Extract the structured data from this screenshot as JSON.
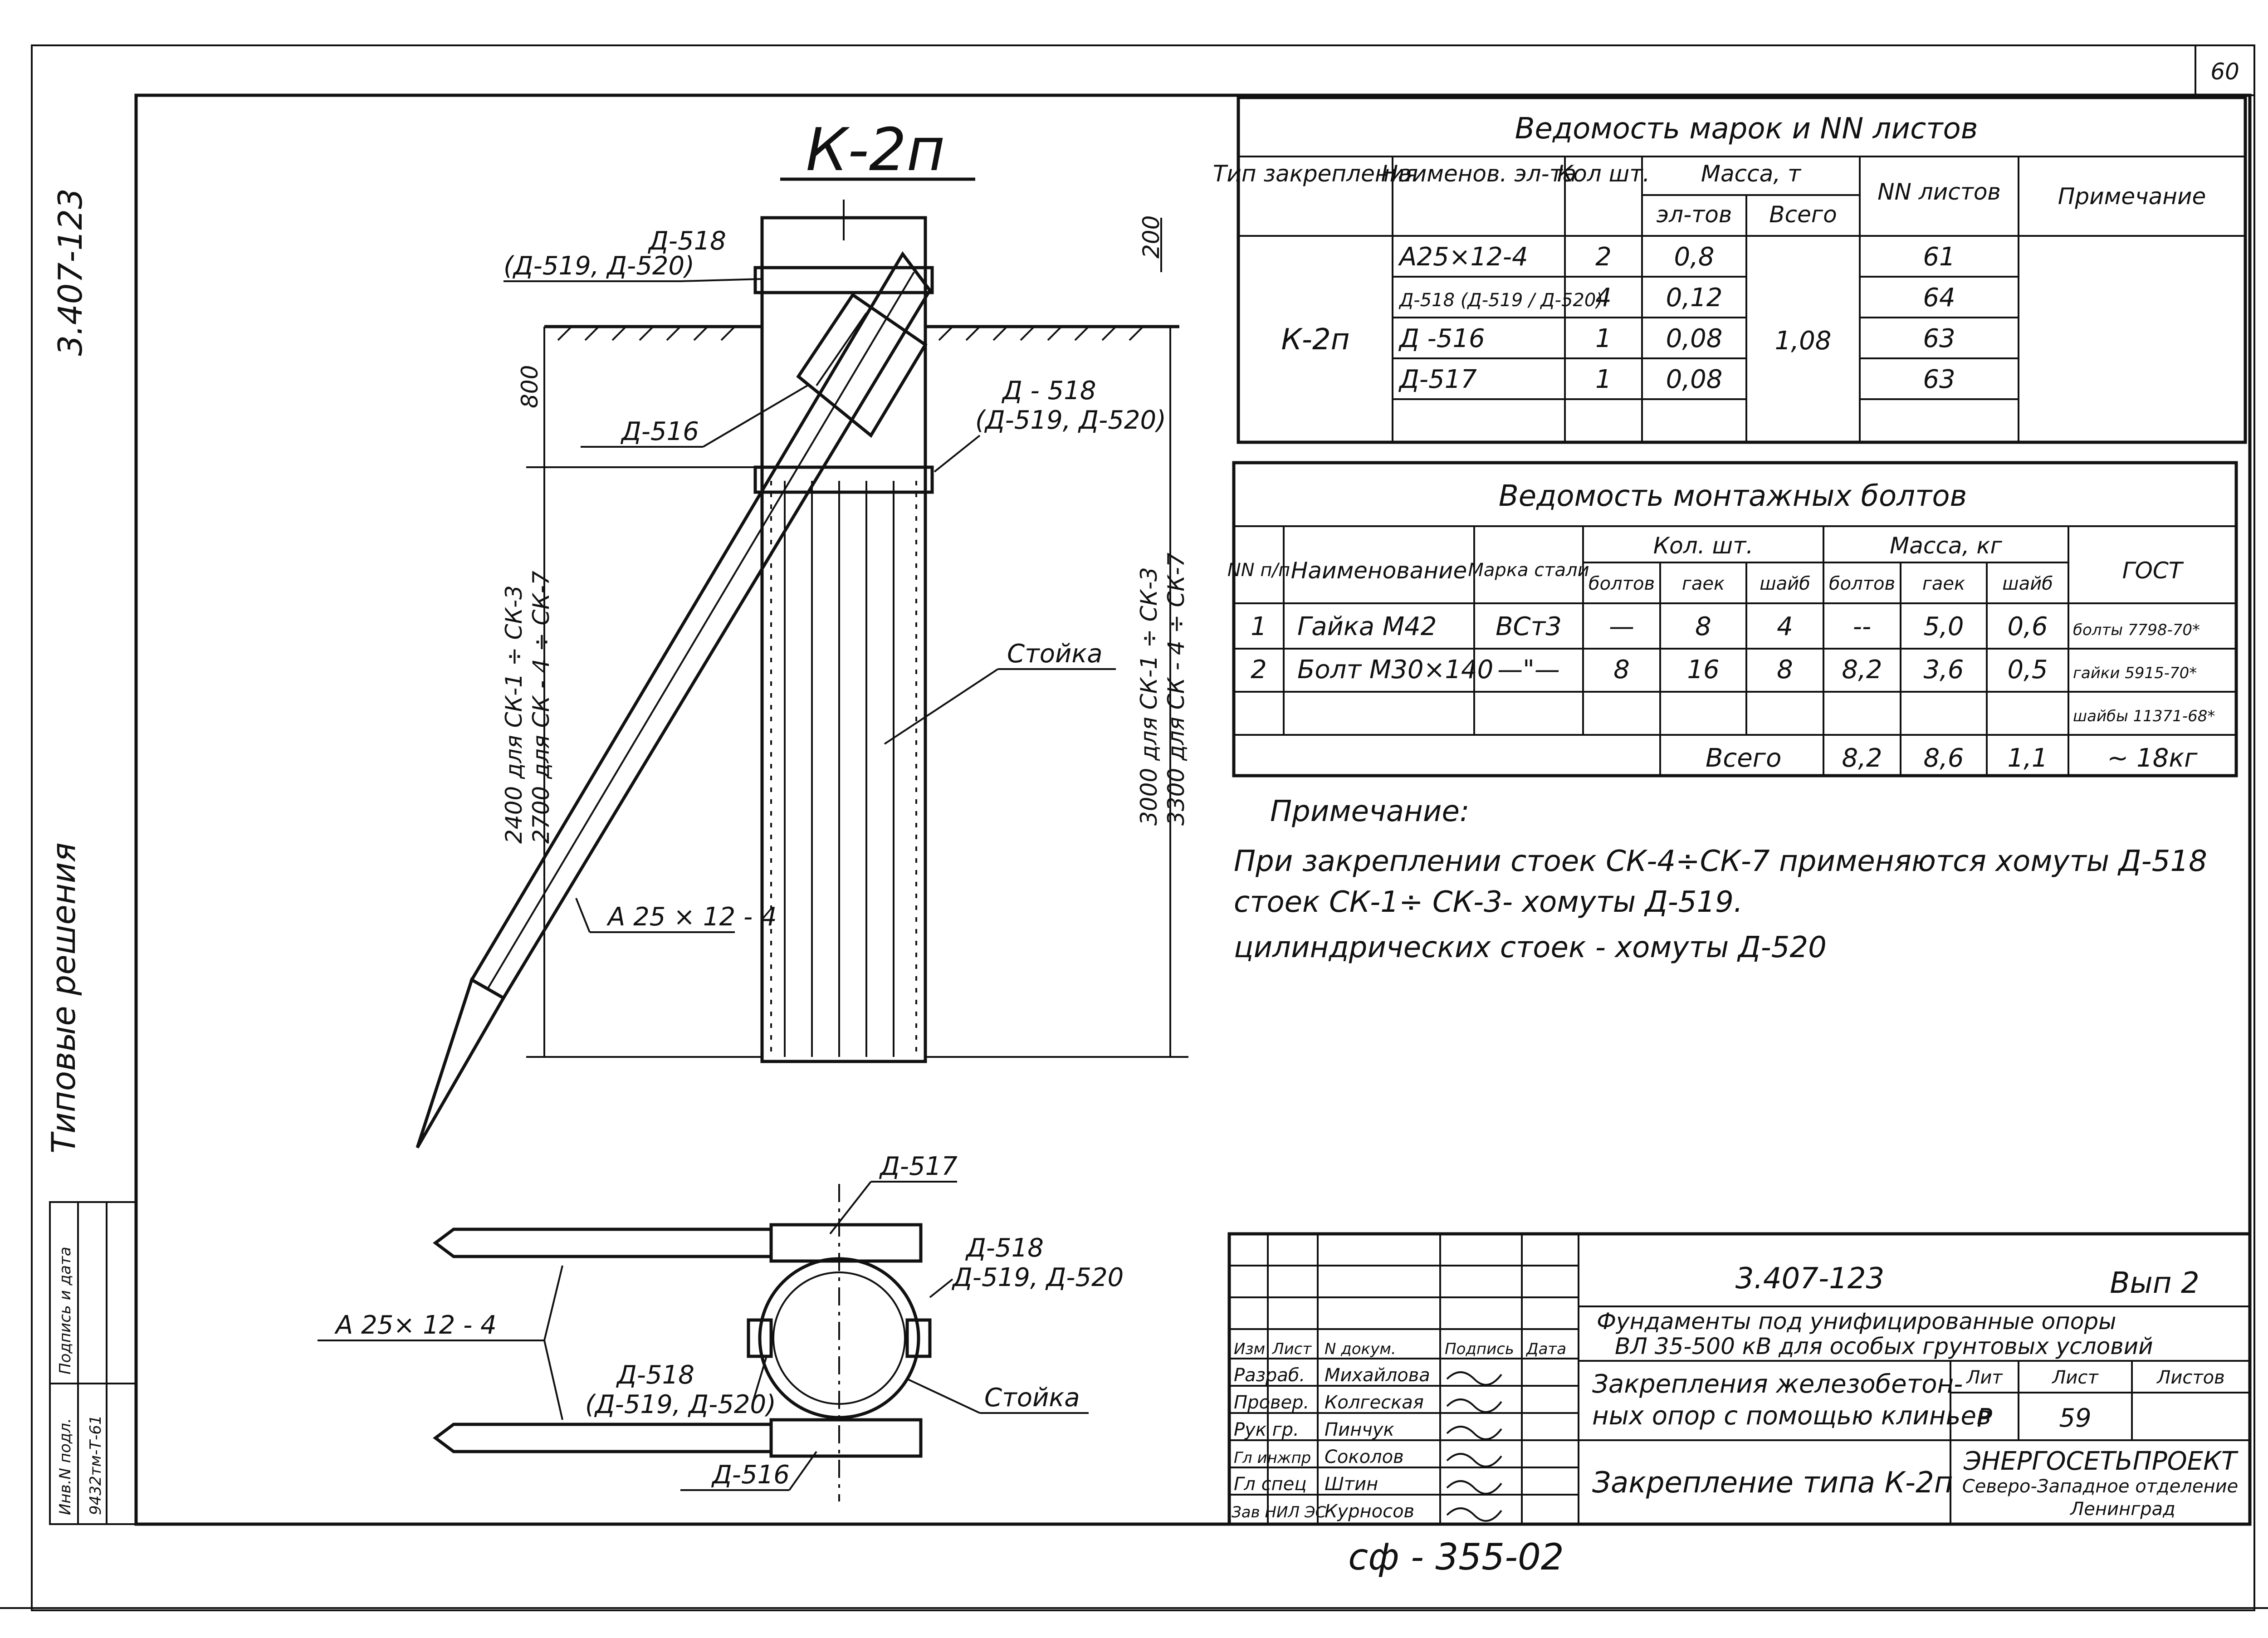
{
  "sheet": {
    "page_number": "60",
    "side_code": "3.407-123",
    "side_category": "Типовые решения",
    "bottom_code": "сф - 355-02"
  },
  "left_stamp": {
    "col1": "Инв.N подл.",
    "col2": "Подпись и дата",
    "value1": "9432тм-Т-61"
  },
  "drawing": {
    "title": "К-2п",
    "labels": {
      "d518_top": "Д-518",
      "d518_top_alt": "(Д-519, Д-520)",
      "d516_left": "Д-516",
      "d518_right": "Д - 518",
      "d518_right_alt": "(Д-519, Д-520)",
      "stoyka": "Стойка",
      "a25": "А 25 × 12 - 4",
      "dim_200": "200",
      "dim_800": "800",
      "dim_left_1": "2400 для СК-1 ÷ СК-3",
      "dim_left_2": "2700 для СК - 4 ÷ СК-7",
      "dim_right_1": "3000 для СК-1 ÷ СК-3",
      "dim_right_2": "3300 для СК - 4 ÷ СК-7"
    },
    "plan_labels": {
      "d517": "Д-517",
      "d518_1": "Д-518",
      "d518_1_alt": "Д-519, Д-520",
      "a25": "А 25× 12 - 4",
      "d518_2": "Д-518",
      "d518_2_alt": "(Д-519, Д-520)",
      "stoyka": "Стойка",
      "d516": "Д-516"
    }
  },
  "table1": {
    "title": "Ведомость марок и NN листов",
    "headers": {
      "type": "Тип закрепления",
      "name": "Наименов. эл-та",
      "qty": "Кол шт.",
      "mass": "Масса, т",
      "mass_el": "эл-тов",
      "mass_total": "Всего",
      "sheets": "NN листов",
      "note": "Примечание"
    },
    "type_value": "К-2п",
    "total_mass": "1,08",
    "rows": [
      {
        "name": "А25×12-4",
        "qty": "2",
        "mass": "0,8",
        "sheet": "61"
      },
      {
        "name": "Д-518 (Д-519 / Д-520)",
        "qty": "4",
        "mass": "0,12",
        "sheet": "64"
      },
      {
        "name": "Д -516",
        "qty": "1",
        "mass": "0,08",
        "sheet": "63"
      },
      {
        "name": "Д-517",
        "qty": "1",
        "mass": "0,08",
        "sheet": "63"
      }
    ]
  },
  "table2": {
    "title": "Ведомость монтажных болтов",
    "headers": {
      "num": "NN п/п",
      "name": "Наименование",
      "steel": "Марка стали",
      "qty": "Кол. шт.",
      "mass": "Масса, кг",
      "bolt": "болтов",
      "nut": "гаек",
      "washer": "шайб",
      "gost": "ГОСТ"
    },
    "rows": [
      {
        "num": "1",
        "name": "Гайка М42",
        "steel": "ВСт3",
        "q_bolt": "—",
        "q_nut": "8",
        "q_washer": "4",
        "m_bolt": "--",
        "m_nut": "5,0",
        "m_washer": "0,6",
        "gost": "болты 7798-70*"
      },
      {
        "num": "2",
        "name": "Болт М30×140",
        "steel": "—\"—",
        "q_bolt": "8",
        "q_nut": "16",
        "q_washer": "8",
        "m_bolt": "8,2",
        "m_nut": "3,6",
        "m_washer": "0,5",
        "gost": "гайки 5915-70*"
      },
      {
        "num": "",
        "name": "",
        "steel": "",
        "q_bolt": "",
        "q_nut": "",
        "q_washer": "",
        "m_bolt": "",
        "m_nut": "",
        "m_washer": "",
        "gost": "шайбы 11371-68*"
      }
    ],
    "total_label": "Всего",
    "total_bolt": "8,2",
    "total_nut": "8,6",
    "total_washer": "1,1",
    "total_gost": "~ 18кг"
  },
  "notes": {
    "heading": "Примечание:",
    "line1": "При закреплении стоек СК-4÷СК-7 применяются хомуты Д-518",
    "line2": "стоек СК-1÷ СК-3- хомуты Д-519.",
    "line3": "цилиндрических стоек - хомуты Д-520"
  },
  "title_block": {
    "code": "3.407-123",
    "issue": "Вып 2",
    "desc1": "Фундаменты под унифицированные опоры",
    "desc2": "ВЛ 35-500 кВ для особых грунтовых условий",
    "subject1": "Закрепления железобетон-",
    "subject2": "ных опор с помощью клиньев",
    "sheet_title": "Закрепление типа К-2п",
    "lit_label": "Лит",
    "lit": "Р",
    "list_label": "Лист",
    "list": "59",
    "lists_label": "Листов",
    "org1": "ЭНЕРГОСЕТЬПРОЕКТ",
    "org2": "Северо-Западное отделение",
    "org3": "Ленинград",
    "col_headers": [
      "Изм",
      "Лист",
      "N докум.",
      "Подпись",
      "Дата"
    ],
    "staff": [
      {
        "role": "Разраб.",
        "name": "Михайлова"
      },
      {
        "role": "Провер.",
        "name": "Колгеская"
      },
      {
        "role": "Рук гр.",
        "name": "Пинчук"
      },
      {
        "role": "Гл инжпр",
        "name": "Соколов"
      },
      {
        "role": "Гл спец",
        "name": "Штин"
      },
      {
        "role": "Зав НИЛ ЭС",
        "name": "Курносов"
      }
    ]
  }
}
